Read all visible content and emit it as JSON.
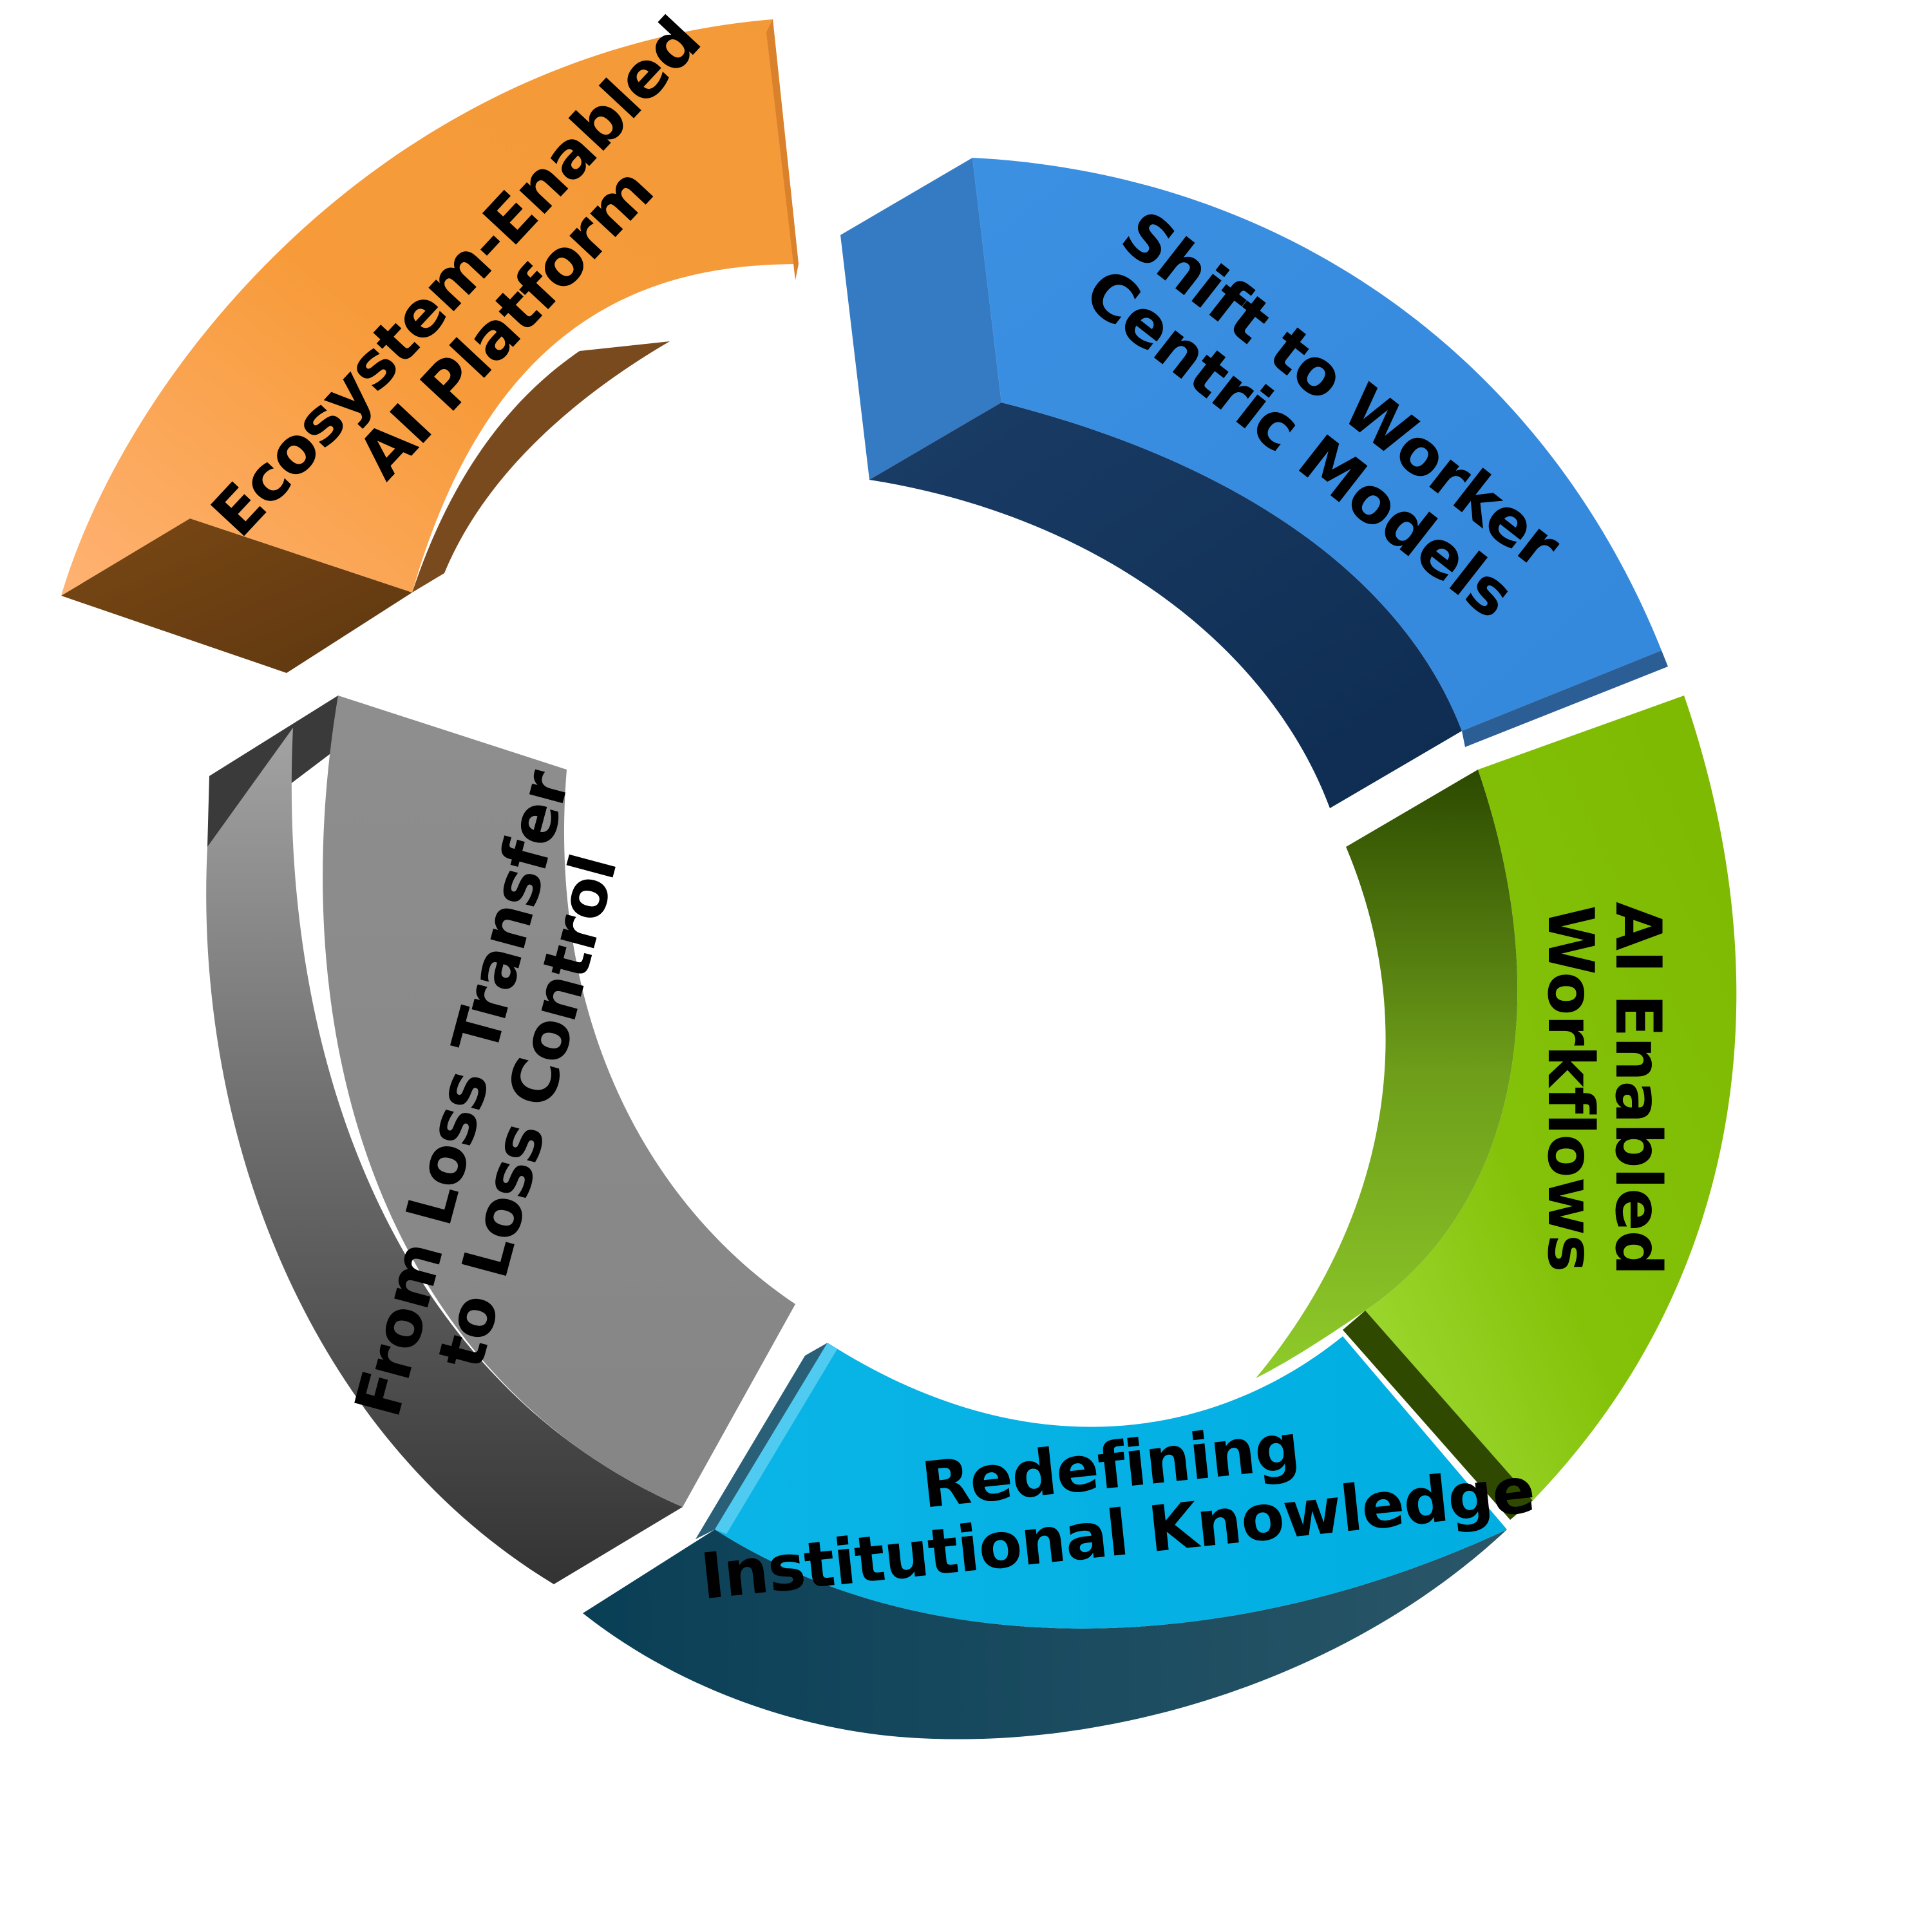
{
  "segments": [
    {
      "id": "ecosystem-enabled-ai-platform",
      "lines": [
        "Ecosystem-Enabled",
        "AI Platform"
      ],
      "colors": {
        "top": "#F79B3A",
        "highlight": "#FFBE86",
        "side": "#6B3E12",
        "inner": "#7A4A1F"
      }
    },
    {
      "id": "shift-to-worker-centric-models",
      "lines": [
        "Shift to Worker",
        "Centric Models"
      ],
      "colors": {
        "top": "#398CE0",
        "highlight": "#4A9BEA",
        "side": "#357BC4",
        "inner": "#102D55"
      }
    },
    {
      "id": "ai-enabled-workflows",
      "lines": [
        "AI Enabled",
        "Workflows"
      ],
      "colors": {
        "top": "#80BE00",
        "highlight": "#9ADB2E",
        "side": "#2F4A00",
        "inner": "#4F7A06"
      }
    },
    {
      "id": "redefining-institutional-knowledge",
      "lines": [
        "Redefining",
        "Institutional Knowledge"
      ],
      "colors": {
        "top": "#00B2E4",
        "highlight": "#4FCBF2",
        "side": "#0C4A5E",
        "inner": "#0A3F55"
      }
    },
    {
      "id": "from-loss-transfer-to-loss-control",
      "lines": [
        "From Loss Transfer",
        "to Loss Control"
      ],
      "colors": {
        "top": "#8A8A8A",
        "highlight": "#A6A6A6",
        "side": "#3A3A3A",
        "inner": "#333333"
      }
    }
  ]
}
